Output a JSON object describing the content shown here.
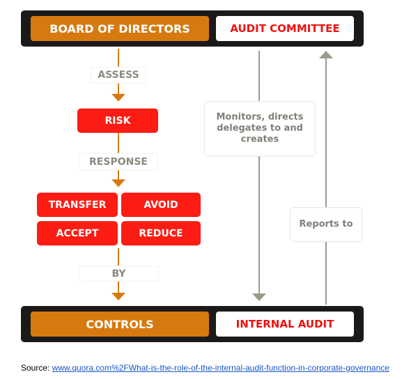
{
  "top": {
    "left": "BOARD OF DIRECTORS",
    "right": "AUDIT COMMITTEE"
  },
  "bottom": {
    "left": "CONTROLS",
    "right": "INTERNAL AUDIT"
  },
  "flow": {
    "assess": "ASSESS",
    "risk": "RISK",
    "response": "RESPONSE",
    "by": "BY"
  },
  "responses": [
    "TRANSFER",
    "AVOID",
    "ACCEPT",
    "REDUCE"
  ],
  "notes": {
    "monitors": "Monitors, directs delegates to and creates",
    "reports": "Reports to"
  },
  "source": {
    "label": "Source:",
    "link": "www.quora.com%2FWhat-is-the-role-of-the-internal-audit-function-in-corporate-governance"
  },
  "colors": {
    "orange": "#d67a10",
    "red": "#fc1c14",
    "dark": "#1c1a19",
    "grey": "#9a9a8a"
  }
}
